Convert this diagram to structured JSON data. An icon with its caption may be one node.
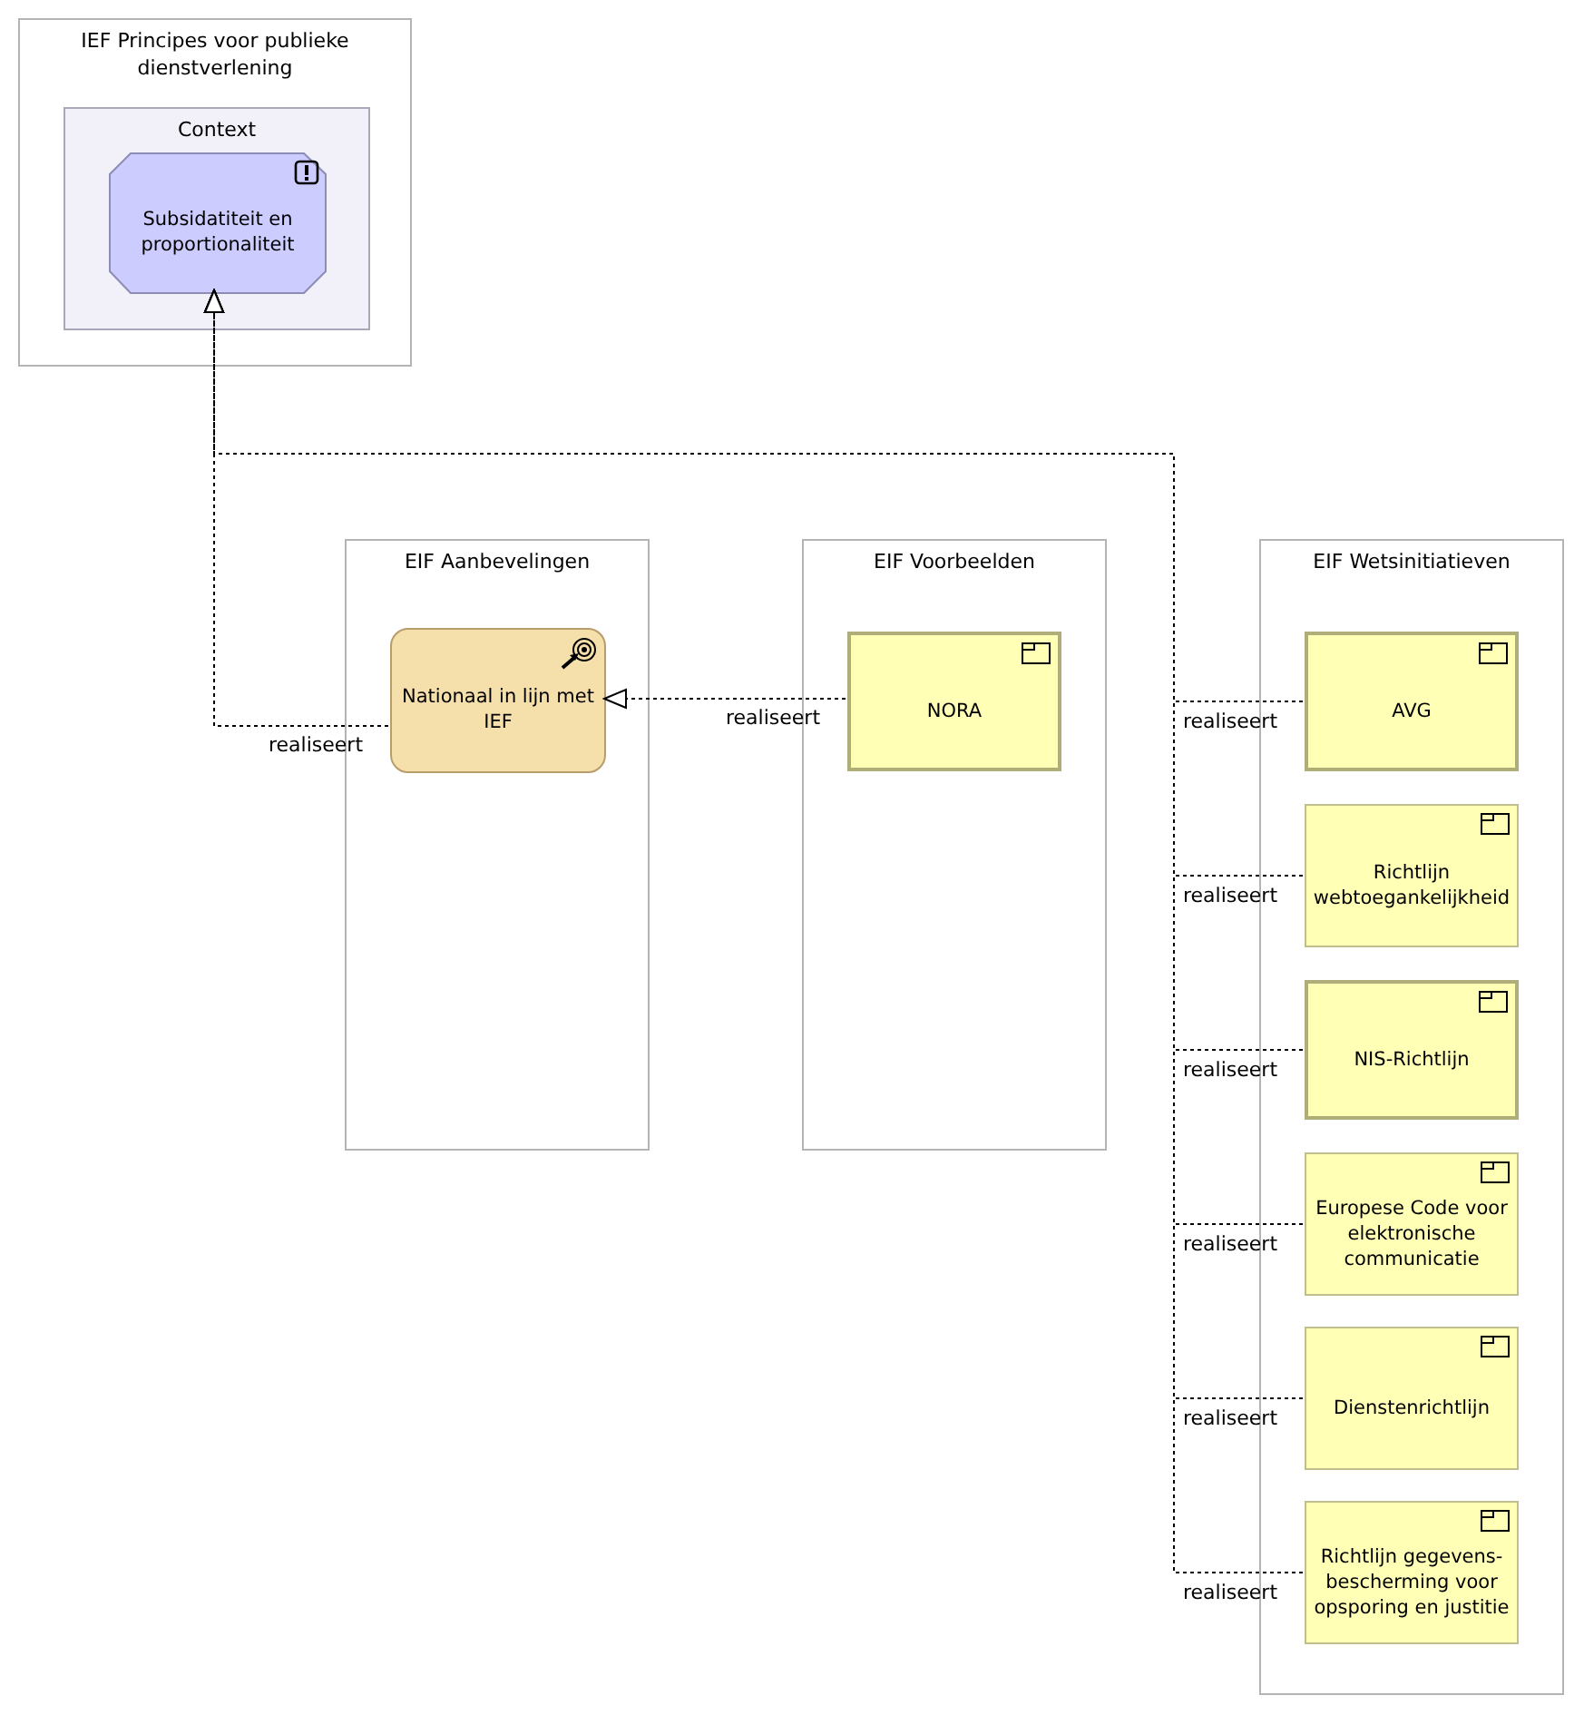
{
  "diagram": {
    "nodes": [
      {
        "text": [
          "IEF Principes voor publieke dienstverlening"
        ]
      },
      {
        "text": [
          "Context"
        ],
        "in": 0
      },
      {
        "text": [
          "Subsidatiteit en proportionaliteit"
        ],
        "in": 1
      },
      {
        "text": [
          "EIF Aanbevelingen"
        ]
      },
      {
        "text": [
          "Nationaal in lijn met IEF"
        ],
        "in": 3
      },
      {
        "text": [
          "EIF Voorbeelden"
        ]
      },
      {
        "text": [
          "NORA"
        ],
        "in": 5
      },
      {
        "text": [
          "EIF Wetsinitiatieven"
        ]
      },
      {
        "text": [
          "AVG"
        ],
        "in": 7
      },
      {
        "text": [
          "Richtlijn webtoegankelijkheid"
        ],
        "in": 7
      },
      {
        "text": [
          "NIS-Richtlijn"
        ],
        "in": 7
      },
      {
        "text": [
          "Europese Code voor elektronische communicatie"
        ],
        "in": 7
      },
      {
        "text": [
          "Dienstenrichtlijn"
        ],
        "in": 7
      },
      {
        "text": [
          "Richtlijn gegevens-bescherming voor opsporing en justitie"
        ],
        "in": 7
      }
    ],
    "edges": [
      {
        "from": 4,
        "to": 2,
        "arrow": "to",
        "label": "realiseert",
        "style": "dashed"
      },
      {
        "from": 6,
        "to": 4,
        "arrow": "to",
        "label": "realiseert",
        "style": "dashed"
      },
      {
        "from": 8,
        "to": 2,
        "arrow": "to",
        "label": "realiseert",
        "style": "dashed"
      },
      {
        "from": 9,
        "to": 2,
        "arrow": "to",
        "label": "realiseert",
        "style": "dashed"
      },
      {
        "from": 10,
        "to": 2,
        "arrow": "to",
        "label": "realiseert",
        "style": "dashed"
      },
      {
        "from": 11,
        "to": 2,
        "arrow": "to",
        "label": "realiseert",
        "style": "dashed"
      },
      {
        "from": 12,
        "to": 2,
        "arrow": "to",
        "label": "realiseert",
        "style": "dashed"
      },
      {
        "from": 13,
        "to": 2,
        "arrow": "to",
        "label": "realiseert",
        "style": "dashed"
      }
    ]
  }
}
